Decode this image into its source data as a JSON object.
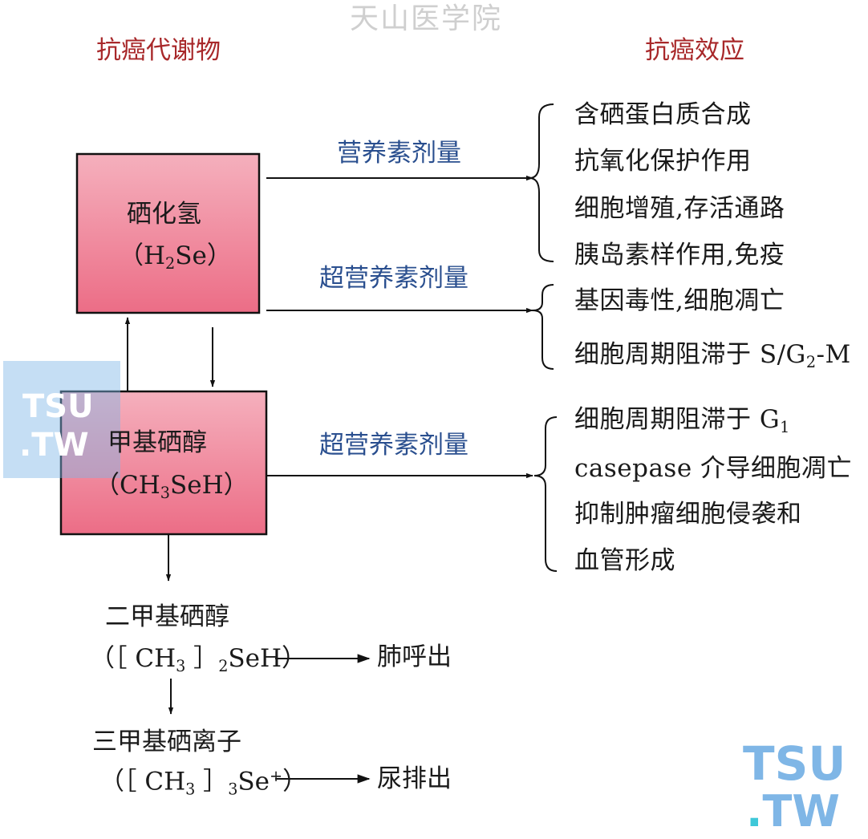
{
  "watermark": {
    "site_name": "天山医学院",
    "logo_text_top": "TSU",
    "logo_text_bottom": ".TW",
    "logo_color": "#7fb6e6",
    "logo_accent": "#3ec8d8"
  },
  "headers": {
    "left": "抗癌代谢物",
    "right": "抗癌效应",
    "color": "#a8282a"
  },
  "compounds": {
    "h2se": {
      "name": "硒化氢",
      "formula_pre": "（H",
      "formula_sub": "2",
      "formula_post": "Se）"
    },
    "ch3seh": {
      "name": "甲基硒醇",
      "formula_pre": "（CH",
      "formula_sub": "3",
      "formula_post": "SeH）"
    },
    "dimethyl": {
      "name": "二甲基硒醇",
      "formula_pre": "（［ CH",
      "formula_sub1": "3",
      "formula_mid": " ］",
      "formula_sub2": "2",
      "formula_post": "SeH）"
    },
    "trimethyl": {
      "name": "三甲基硒离子",
      "formula_pre": "（［ CH",
      "formula_sub1": "3",
      "formula_mid": " ］",
      "formula_sub2": "3",
      "formula_post": "Se",
      "formula_sup": "+",
      "formula_end": "）"
    },
    "box_color_top": "#f5b0bd",
    "box_color_bottom": "#ec6d86"
  },
  "doses": {
    "nutritional": "营养素剂量",
    "supra_1": "超营养素剂量",
    "supra_2": "超营养素剂量",
    "color": "#2a4f8f"
  },
  "effects": {
    "group1": [
      "含硒蛋白质合成",
      "抗氧化保护作用",
      "细胞增殖,存活通路",
      "胰岛素样作用,免疫"
    ],
    "group2_line1": "基因毒性,细胞凋亡",
    "group2_line2_pre": "细胞周期阻滞于 S/G",
    "group2_line2_sub": "2",
    "group2_line2_post": "-M",
    "group3_line1_pre": "细胞周期阻滞于 G",
    "group3_line1_sub": "1",
    "group3_line2": "casepase 介导细胞凋亡",
    "group3_line3": "抑制肿瘤细胞侵袭和",
    "group3_line4": "血管形成"
  },
  "excretion": {
    "lung": "肺呼出",
    "urine": "尿排出"
  }
}
